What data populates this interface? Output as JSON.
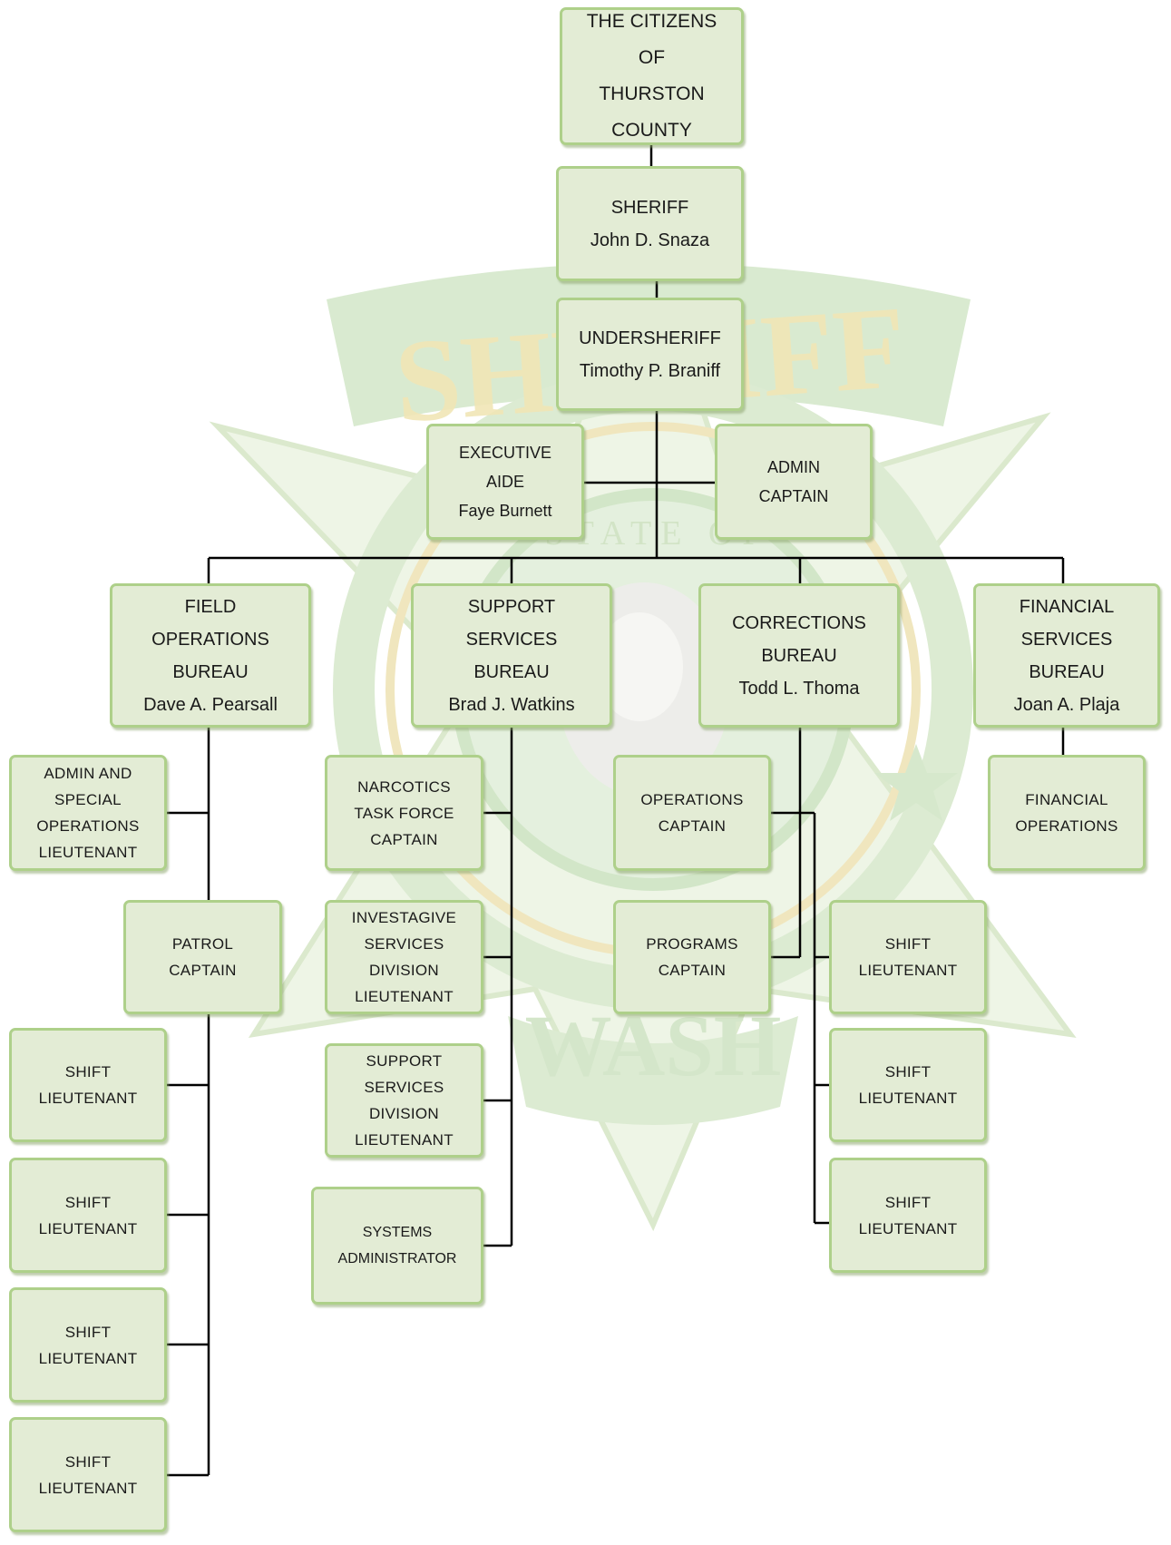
{
  "colors": {
    "box_fill": "#e3ecd5",
    "box_border": "#aed08a",
    "connector": "#000000",
    "watermark_green": "#d6e8cc",
    "watermark_gold": "#efe3b0"
  },
  "watermark": {
    "top_text": "SHERIFF",
    "ring_text": "STATE OF",
    "bottom_text": "WASH"
  },
  "org": {
    "citizens": {
      "lines": [
        "THE CITIZENS",
        "OF",
        "THURSTON",
        "COUNTY"
      ]
    },
    "sheriff": {
      "lines": [
        "SHERIFF",
        "John D. Snaza"
      ]
    },
    "undersheriff": {
      "lines": [
        "UNDERSHERIFF",
        "Timothy P. Braniff"
      ]
    },
    "executive_aide": {
      "lines": [
        "EXECUTIVE",
        "AIDE",
        "Faye Burnett"
      ]
    },
    "admin_captain": {
      "lines": [
        "ADMIN",
        "CAPTAIN"
      ]
    },
    "field_ops": {
      "lines": [
        "FIELD",
        "OPERATIONS",
        "BUREAU",
        "Dave A. Pearsall"
      ]
    },
    "support_services": {
      "lines": [
        "SUPPORT",
        "SERVICES",
        "BUREAU",
        "Brad J. Watkins"
      ]
    },
    "corrections": {
      "lines": [
        "CORRECTIONS",
        "BUREAU",
        "Todd L. Thoma"
      ]
    },
    "financial_services": {
      "lines": [
        "FINANCIAL",
        "SERVICES",
        "BUREAU",
        "Joan A. Plaja"
      ]
    },
    "admin_special_ops": {
      "lines": [
        "ADMIN AND",
        "SPECIAL",
        "OPERATIONS",
        "LIEUTENANT"
      ]
    },
    "patrol_captain": {
      "lines": [
        "PATROL",
        "CAPTAIN"
      ]
    },
    "field_shift_1": {
      "lines": [
        "SHIFT",
        "LIEUTENANT"
      ]
    },
    "field_shift_2": {
      "lines": [
        "SHIFT",
        "LIEUTENANT"
      ]
    },
    "field_shift_3": {
      "lines": [
        "SHIFT",
        "LIEUTENANT"
      ]
    },
    "field_shift_4": {
      "lines": [
        "SHIFT",
        "LIEUTENANT"
      ]
    },
    "narcotics": {
      "lines": [
        "NARCOTICS",
        "TASK FORCE",
        "CAPTAIN"
      ]
    },
    "investigative": {
      "lines": [
        "INVESTAGIVE",
        "SERVICES",
        "DIVISION",
        "LIEUTENANT"
      ]
    },
    "support_division": {
      "lines": [
        "SUPPORT",
        "SERVICES",
        "DIVISION",
        "LIEUTENANT"
      ]
    },
    "systems_admin": {
      "lines": [
        "SYSTEMS",
        "ADMINISTRATOR"
      ]
    },
    "operations_captain": {
      "lines": [
        "OPERATIONS",
        "CAPTAIN"
      ]
    },
    "programs_captain": {
      "lines": [
        "PROGRAMS",
        "CAPTAIN"
      ]
    },
    "corr_shift_1": {
      "lines": [
        "SHIFT",
        "LIEUTENANT"
      ]
    },
    "corr_shift_2": {
      "lines": [
        "SHIFT",
        "LIEUTENANT"
      ]
    },
    "corr_shift_3": {
      "lines": [
        "SHIFT",
        "LIEUTENANT"
      ]
    },
    "financial_operations": {
      "lines": [
        "FINANCIAL",
        "OPERATIONS"
      ]
    }
  }
}
